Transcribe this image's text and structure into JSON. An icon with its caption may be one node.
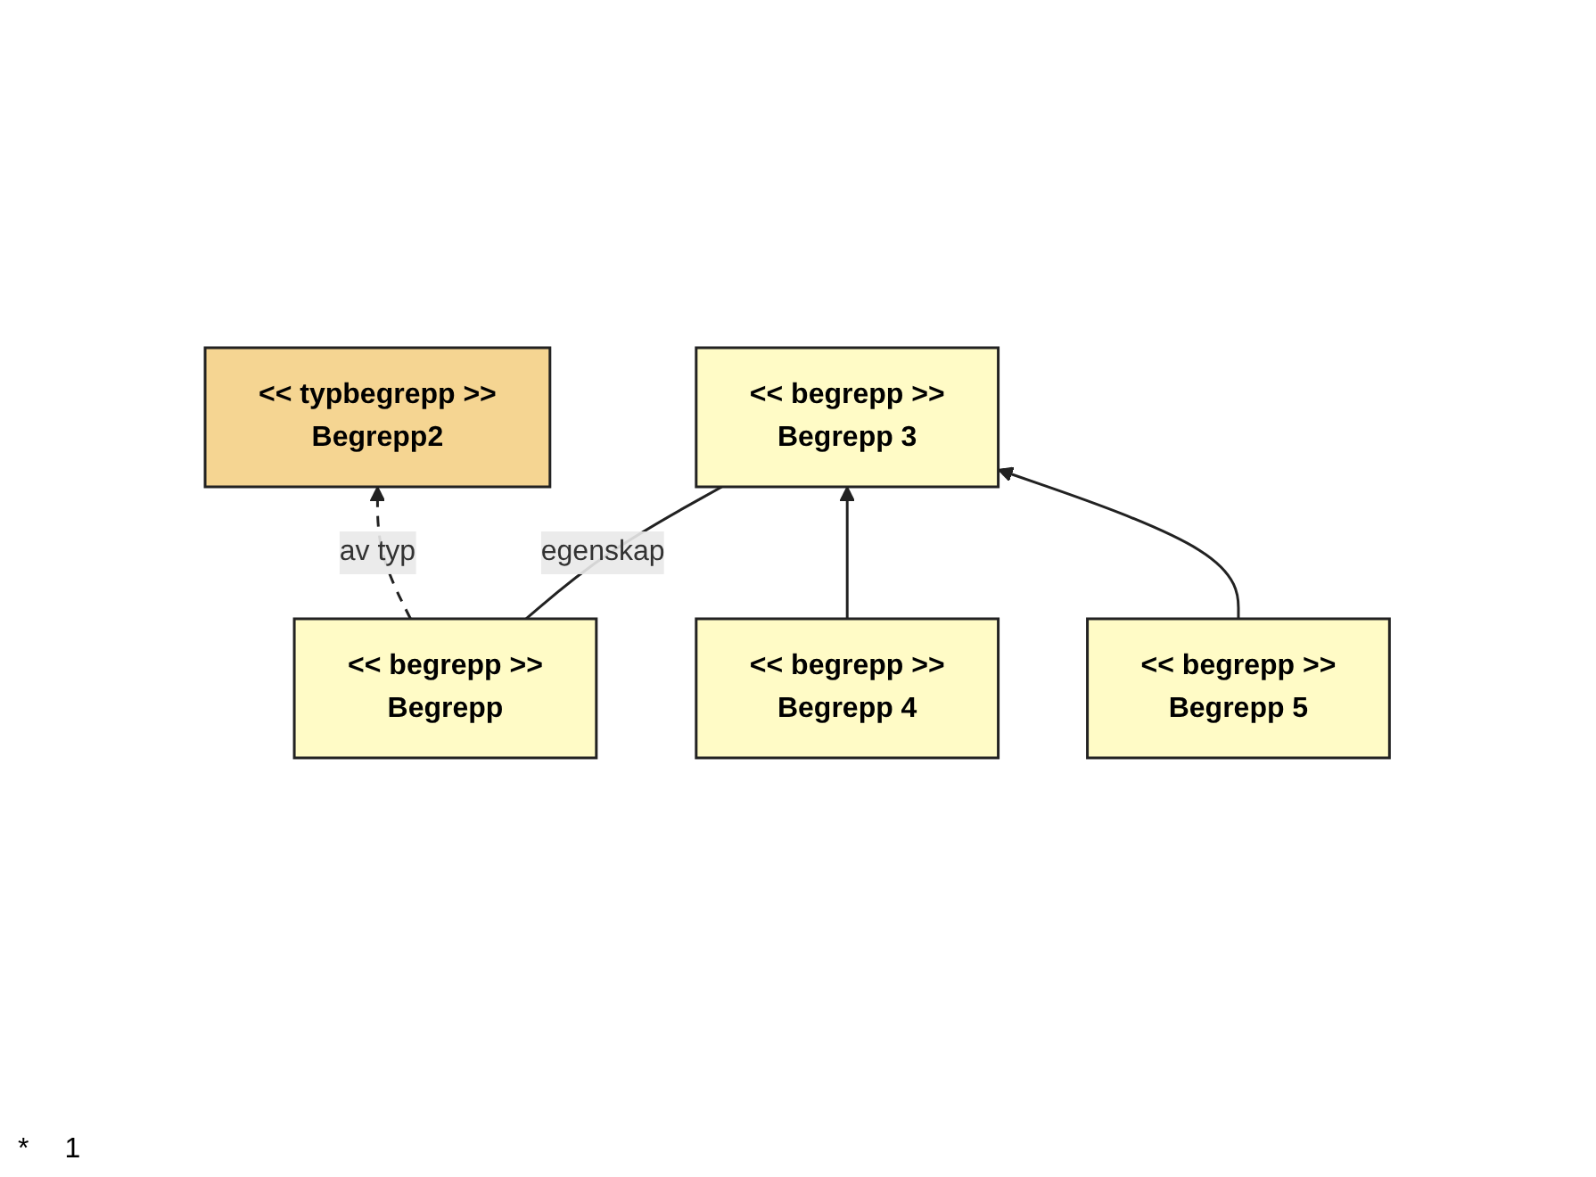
{
  "diagram": {
    "nodes": [
      {
        "text": [
          "<< typbegrepp >>",
          "Begrepp2"
        ]
      },
      {
        "text": [
          "<< begrepp >>",
          "Begrepp"
        ]
      },
      {
        "text": [
          "<< begrepp >>",
          "Begrepp 3"
        ]
      },
      {
        "text": [
          "<< begrepp >>",
          "Begrepp 4"
        ]
      },
      {
        "text": [
          "<< begrepp >>",
          "Begrepp 5"
        ]
      }
    ],
    "edges": [
      {
        "from": 1,
        "to": 0,
        "arrow": "to",
        "style": "dashed",
        "label": "av typ"
      },
      {
        "from": 1,
        "to": 2,
        "arrow": "none",
        "label": "egenskap"
      },
      {
        "from": 3,
        "to": 2,
        "arrow": "to"
      },
      {
        "from": 4,
        "to": 2,
        "arrow": "to"
      }
    ],
    "labels": [
      "*",
      "1"
    ]
  }
}
